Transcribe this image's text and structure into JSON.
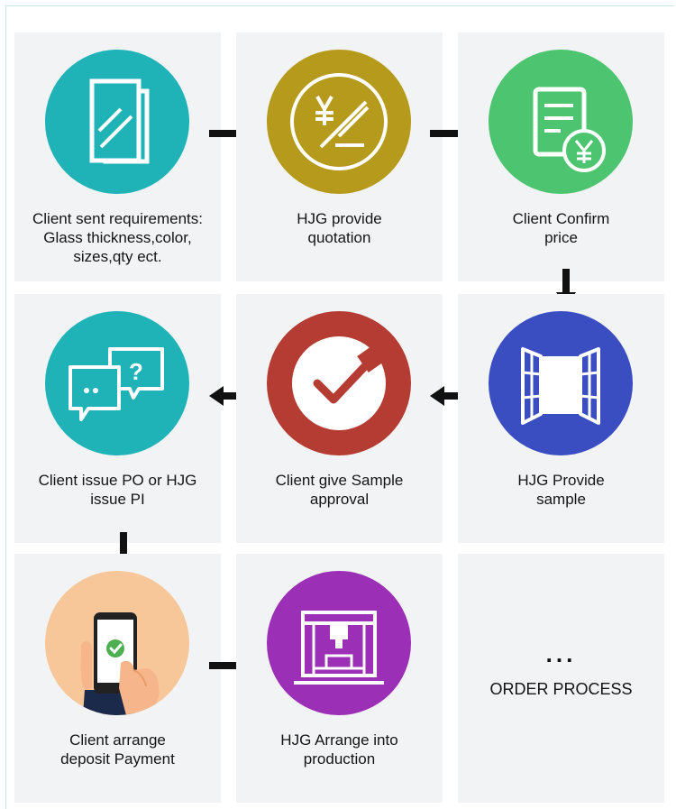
{
  "steps": [
    {
      "label": "Client sent requirements:\nGlass thickness,color,\nsizes,qty ect.",
      "color": "#1fb3b8",
      "icon": "glass-panel-icon"
    },
    {
      "label": "HJG provide\nquotation",
      "color": "#b59a1c",
      "icon": "yen-quotation-icon"
    },
    {
      "label": "Client Confirm\nprice",
      "color": "#4dc46f",
      "icon": "price-document-icon"
    },
    {
      "label": "HJG Provide\nsample",
      "color": "#3a4ec2",
      "icon": "window-sample-icon"
    },
    {
      "label": "Client give Sample\napproval",
      "color": "#b53c33",
      "icon": "checkmark-approval-icon"
    },
    {
      "label": "Client issue PO or HJG\nissue PI",
      "color": "#1fb3b8",
      "icon": "chat-question-icon"
    },
    {
      "label": "Client arrange\ndeposit Payment",
      "color": "#f7c79a",
      "icon": "phone-payment-icon"
    },
    {
      "label": "HJG Arrange into\nproduction",
      "color": "#9b2fb5",
      "icon": "production-machine-icon"
    }
  ],
  "final": {
    "dots": "...",
    "title": "ORDER PROCESS"
  }
}
